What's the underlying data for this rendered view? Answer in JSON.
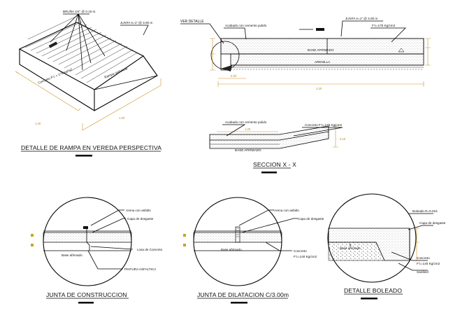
{
  "titles": {
    "rampa": "DETALLE DE RAMPA EN VEREDA PERSPECTIVA",
    "seccion": "SECCION X - X",
    "construccion": "JUNTA DE CONSTRUCCION",
    "dilatacion": "JUNTA DE DILATACION C/3.00m",
    "boleado": "DETALLE BOLEADO"
  },
  "rampa": {
    "bruna": "BRUÑA 1/4\" @ 0.15 m.",
    "junta": "JUNTA e=1\" @ 3.00 m",
    "dim_a": "1.20",
    "dim_b": "1.20"
  },
  "detalle": {
    "ver_detalle": "VER DETALLE",
    "acabado": "Acabado con cemento pulido",
    "junta": "JUNTA e=1\" @ 3.00 m",
    "fc": "F'c=175 Kg/cm2",
    "base": "BASE AFIRMADO",
    "arenilla": "ARENILLA",
    "dim_total": "1.20",
    "dim_left": "0.20"
  },
  "seccion": {
    "acabado": "Acabado con cemento pulido",
    "concreto": "Concreto F'c=175 Kg/cm2",
    "base": "BASE AFIRMADO",
    "dim": "1.20",
    "dim_right": "0.10"
  },
  "construccion": {
    "arena": "Arena con asfalto",
    "capa": "Capa de desgaste",
    "base": "Base afirmado",
    "losa": "Losa de Concreto",
    "pintura": "PINTURA ASFALTICA"
  },
  "dilatacion": {
    "arena": "Arena con asfalto",
    "capa": "Capa de desgaste",
    "base": "Base afirmado",
    "concreto": "Concreto",
    "fc": "F'c=140 Kg/cm2"
  },
  "boleado": {
    "boleado": "Boleado R=0.015",
    "capa": "Capa de desgaste",
    "base": "Base afirmado",
    "concreto": "Concreto",
    "fc": "F'c=140 Kg/cm2",
    "sardinel": "Sardinel"
  }
}
